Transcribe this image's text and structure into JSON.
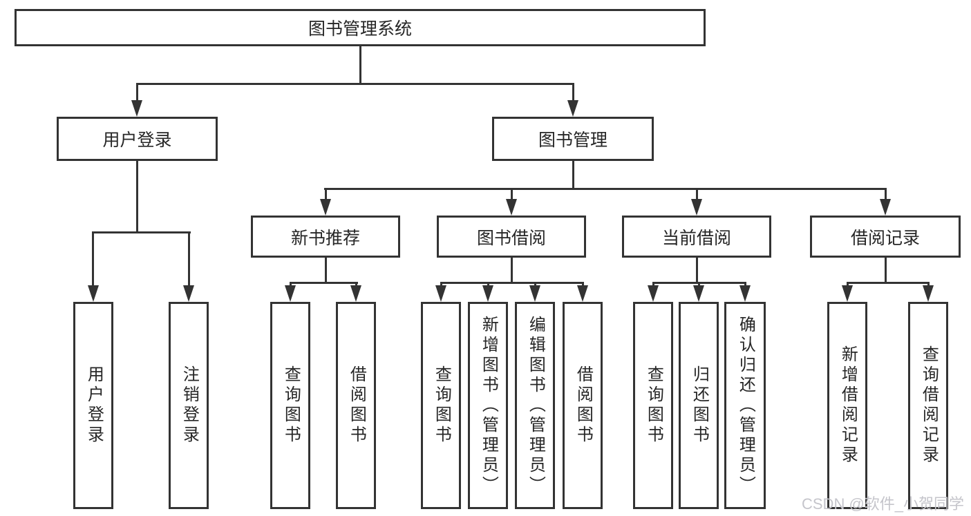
{
  "diagram": {
    "root": "图书管理系统",
    "branches": [
      {
        "label": "用户登录",
        "leaves": [
          "用户登录",
          "注销登录"
        ]
      },
      {
        "label": "图书管理",
        "children": [
          {
            "label": "新书推荐",
            "leaves": [
              "查询图书",
              "借阅图书"
            ]
          },
          {
            "label": "图书借阅",
            "leaves": [
              "查询图书",
              "新增图书（管理员）",
              "编辑图书（管理员）",
              "借阅图书"
            ]
          },
          {
            "label": "当前借阅",
            "leaves": [
              "查询图书",
              "归还图书",
              "确认归还（管理员）"
            ]
          },
          {
            "label": "借阅记录",
            "leaves": [
              "新增借阅记录",
              "查询借阅记录"
            ]
          }
        ]
      }
    ]
  },
  "colors": {
    "line": "#333333",
    "text": "#262626",
    "watermark": "#c5c5cb",
    "background": "#ffffff"
  },
  "watermark": "CSDN @软件_小贺同学"
}
